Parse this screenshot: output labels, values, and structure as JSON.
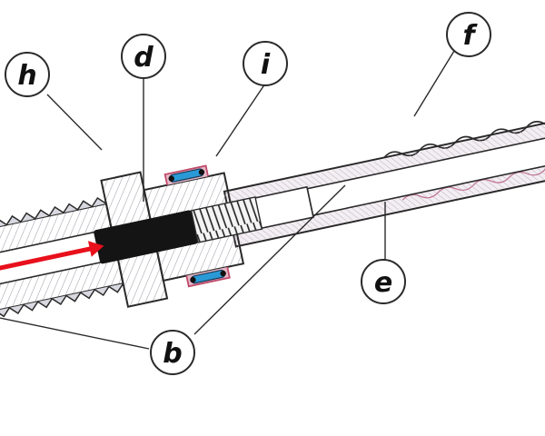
{
  "diagram": {
    "callouts": {
      "h": "h",
      "d": "d",
      "i": "i",
      "f": "f",
      "e": "e",
      "b": "b"
    },
    "colors": {
      "outline": "#2a2a2a",
      "body_fill": "#eeeef2",
      "hatch": "#9a9aa6",
      "element": "#141414",
      "spring": "#f4f4f4",
      "wire": "#e8101c",
      "seal": "#2a9ad6",
      "seal_housing": "#c04a6a",
      "sheath_tint": "#d9a0b8"
    },
    "icons": [
      "spring-icon",
      "seal-ring-icon",
      "red-wire-icon"
    ]
  }
}
